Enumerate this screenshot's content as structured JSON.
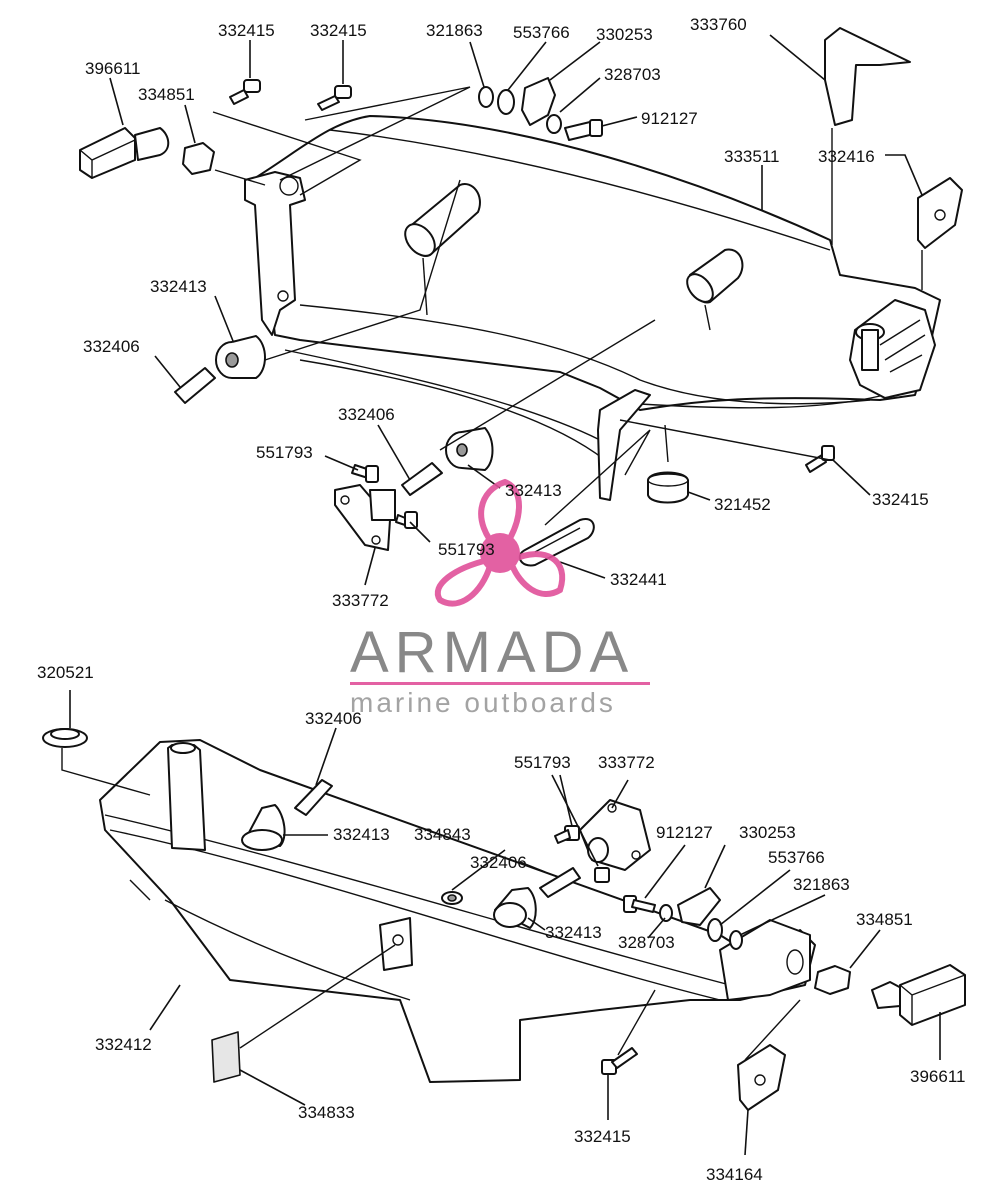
{
  "brand": {
    "name": "ARMADA",
    "tagline": "marine outboards",
    "logo_color": "#e0519a",
    "text_color": "#7c7c7c"
  },
  "labels": {
    "t_332415_a": "332415",
    "t_332415_b": "332415",
    "t_321863_top": "321863",
    "t_553766_top": "553766",
    "t_330253_top": "330253",
    "t_333760": "333760",
    "t_396611_top": "396611",
    "t_334851_top": "334851",
    "t_328703_top": "328703",
    "t_912127_top": "912127",
    "t_333511": "333511",
    "t_332416": "332416",
    "t_332413_top": "332413",
    "t_332406_top": "332406",
    "t_332406_mid": "332406",
    "t_551793_a": "551793",
    "t_332413_mid": "332413",
    "t_321452": "321452",
    "t_332415_right": "332415",
    "t_551793_b": "551793",
    "t_332441": "332441",
    "t_333772_top": "333772",
    "t_320521": "320521",
    "t_332406_low": "332406",
    "t_551793_low": "551793",
    "t_333772_low": "333772",
    "t_332413_low": "332413",
    "t_334843": "334843",
    "t_912127_low": "912127",
    "t_330253_low": "330253",
    "t_332406_low2": "332406",
    "t_553766_low": "553766",
    "t_321863_low": "321863",
    "t_334851_low": "334851",
    "t_332413_low2": "332413",
    "t_328703_low": "328703",
    "t_332412": "332412",
    "t_396611_low": "396611",
    "t_334833": "334833",
    "t_332415_low": "332415",
    "t_334164": "334164"
  }
}
